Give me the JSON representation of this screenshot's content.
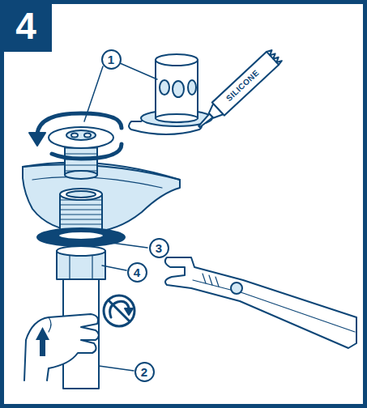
{
  "diagram": {
    "nodes": [
      {
        "text": [
          "4"
        ]
      },
      {
        "text": [
          "1"
        ]
      },
      {
        "text": [
          "3"
        ]
      },
      {
        "text": [
          "4"
        ]
      },
      {
        "text": [
          "2"
        ]
      }
    ],
    "labels": [
      "SILICONE"
    ]
  }
}
